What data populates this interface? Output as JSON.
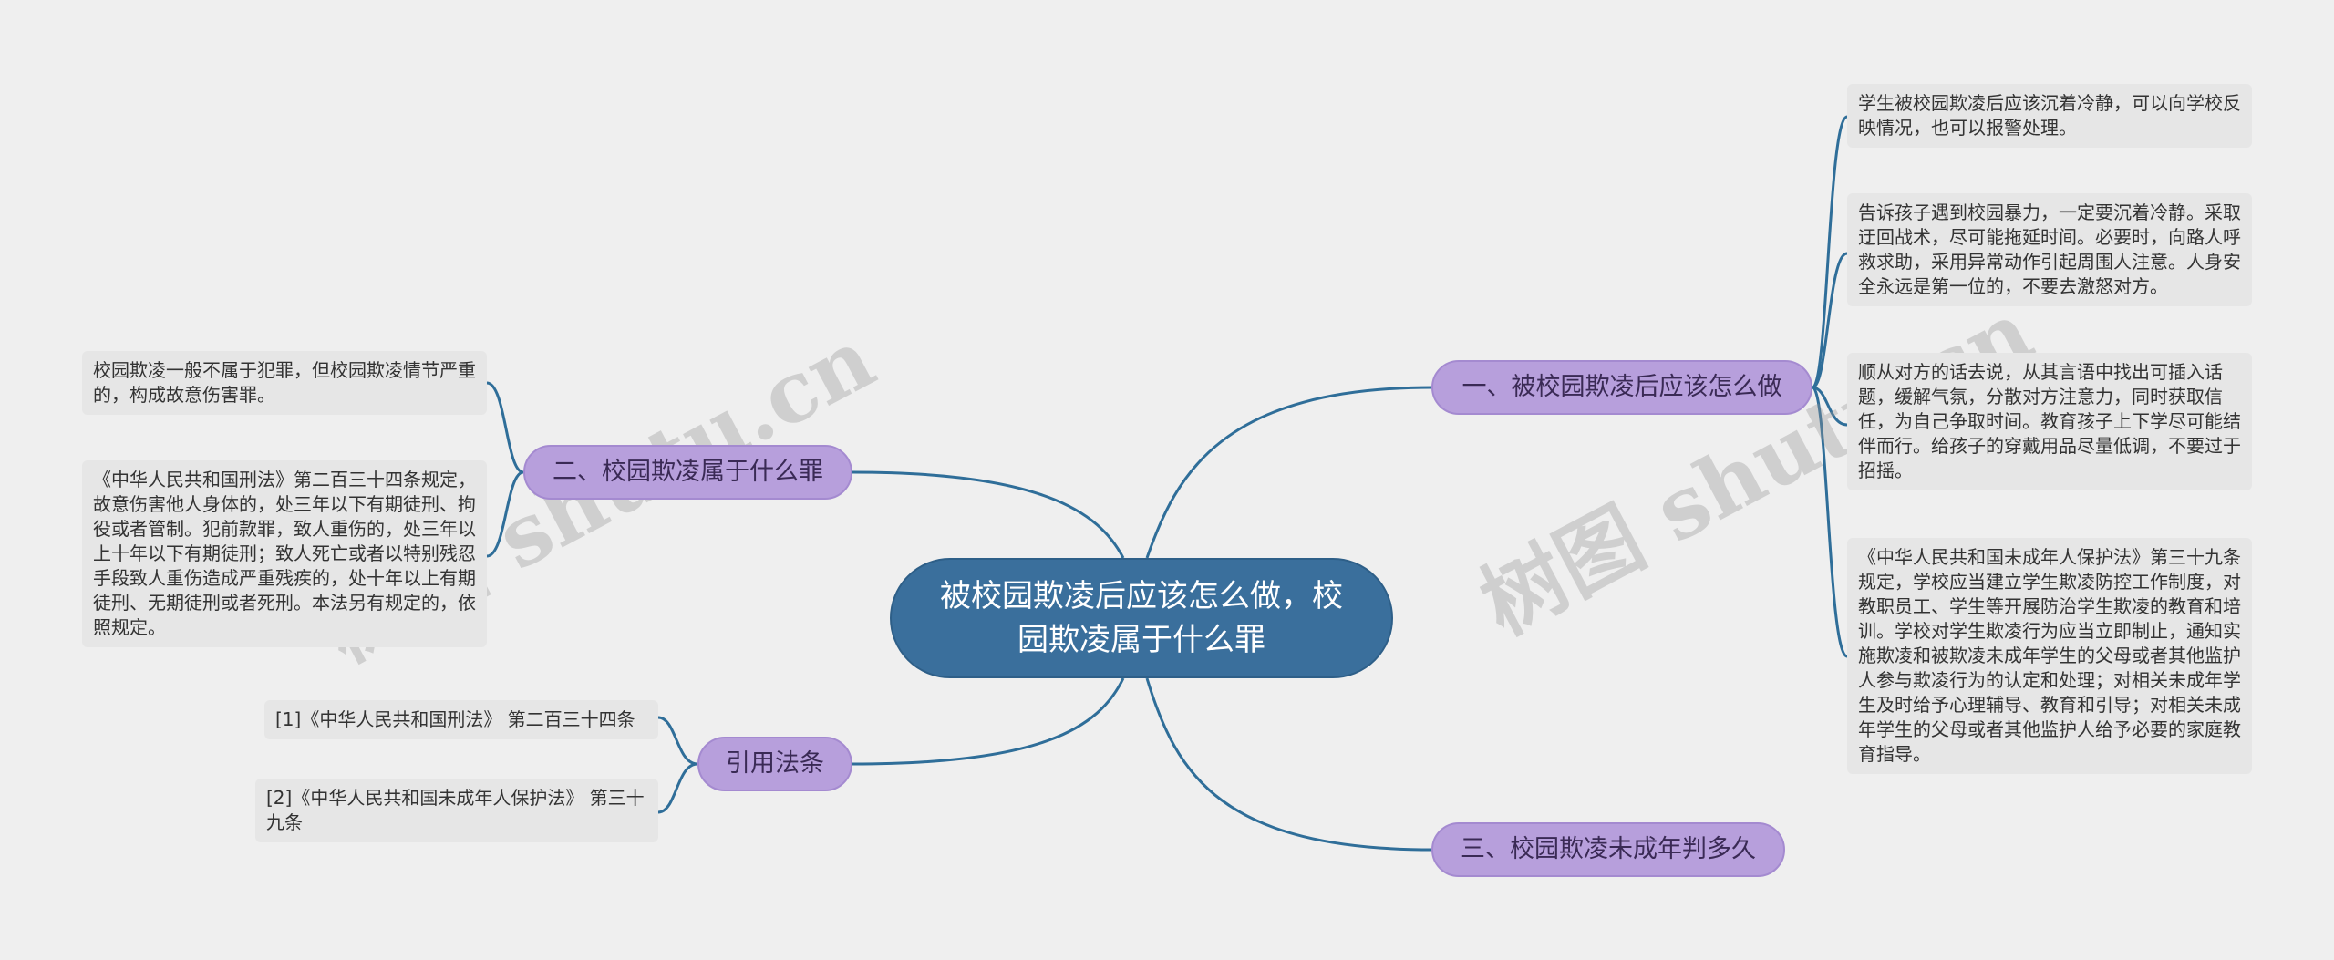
{
  "root": {
    "label": "被校园欺凌后应该怎么做，校园欺凌属于什么罪"
  },
  "branches": {
    "b1": "一、被校园欺凌后应该怎么做",
    "b2": "二、校园欺凌属于什么罪",
    "b3": "三、校园欺凌未成年判多久",
    "b4": "引用法条"
  },
  "leaves": {
    "b1_1": "学生被校园欺凌后应该沉着冷静，可以向学校反映情况，也可以报警处理。",
    "b1_2": "告诉孩子遇到校园暴力，一定要沉着冷静。采取迂回战术，尽可能拖延时间。必要时，向路人呼救求助，采用异常动作引起周围人注意。人身安全永远是第一位的，不要去激怒对方。",
    "b1_3": "顺从对方的话去说，从其言语中找出可插入话题，缓解气氛，分散对方注意力，同时获取信任，为自己争取时间。教育孩子上下学尽可能结伴而行。给孩子的穿戴用品尽量低调，不要过于招摇。",
    "b1_4": "《中华人民共和国未成年人保护法》第三十九条规定，学校应当建立学生欺凌防控工作制度，对教职员工、学生等开展防治学生欺凌的教育和培训。学校对学生欺凌行为应当立即制止，通知实施欺凌和被欺凌未成年学生的父母或者其他监护人参与欺凌行为的认定和处理；对相关未成年学生及时给予心理辅导、教育和引导；对相关未成年学生的父母或者其他监护人给予必要的家庭教育指导。",
    "b2_1": "校园欺凌一般不属于犯罪，但校园欺凌情节严重的，构成故意伤害罪。",
    "b2_2": "《中华人民共和国刑法》第二百三十四条规定，故意伤害他人身体的，处三年以下有期徒刑、拘役或者管制。犯前款罪，致人重伤的，处三年以上十年以下有期徒刑；致人死亡或者以特别残忍手段致人重伤造成严重残疾的，处十年以上有期徒刑、无期徒刑或者死刑。本法另有规定的，依照规定。",
    "b4_1": "[1]《中华人民共和国刑法》 第二百三十四条",
    "b4_2": "[2]《中华人民共和国未成年人保护法》 第三十九条"
  },
  "watermarks": {
    "w1": "树图 shutu.cn",
    "w2": "树图 shutu.cn"
  },
  "colors": {
    "root_fill": "#3a6f9c",
    "branch_fill": "#b79fdc",
    "leaf_fill": "#e6e6e6",
    "edge": "#2f6e99",
    "background": "#efefef"
  }
}
